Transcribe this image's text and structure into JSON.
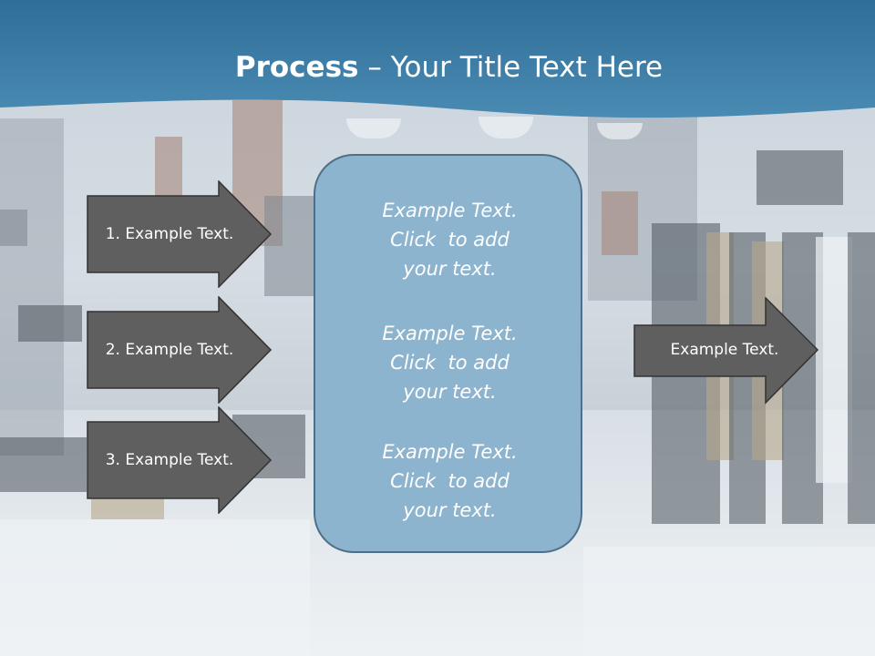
{
  "title": {
    "bold": "Process",
    "rest": " – Your Title Text Here"
  },
  "left_arrows": [
    {
      "label": "1. Example Text."
    },
    {
      "label": "2. Example Text."
    },
    {
      "label": "3. Example Text."
    }
  ],
  "center_box": {
    "blocks": [
      {
        "lines": [
          "Example Text.",
          "Click  to add",
          "your text."
        ]
      },
      {
        "lines": [
          "Example Text.",
          "Click  to add",
          "your text."
        ]
      },
      {
        "lines": [
          "Example Text.",
          "Click  to add",
          "your text."
        ]
      }
    ]
  },
  "right_arrow": {
    "label": "Example Text."
  },
  "colors": {
    "header": "#3f7fa6",
    "arrow_fill": "#5f5f5f",
    "box_fill": "#8cb4cf",
    "box_border": "#4f6f88"
  }
}
